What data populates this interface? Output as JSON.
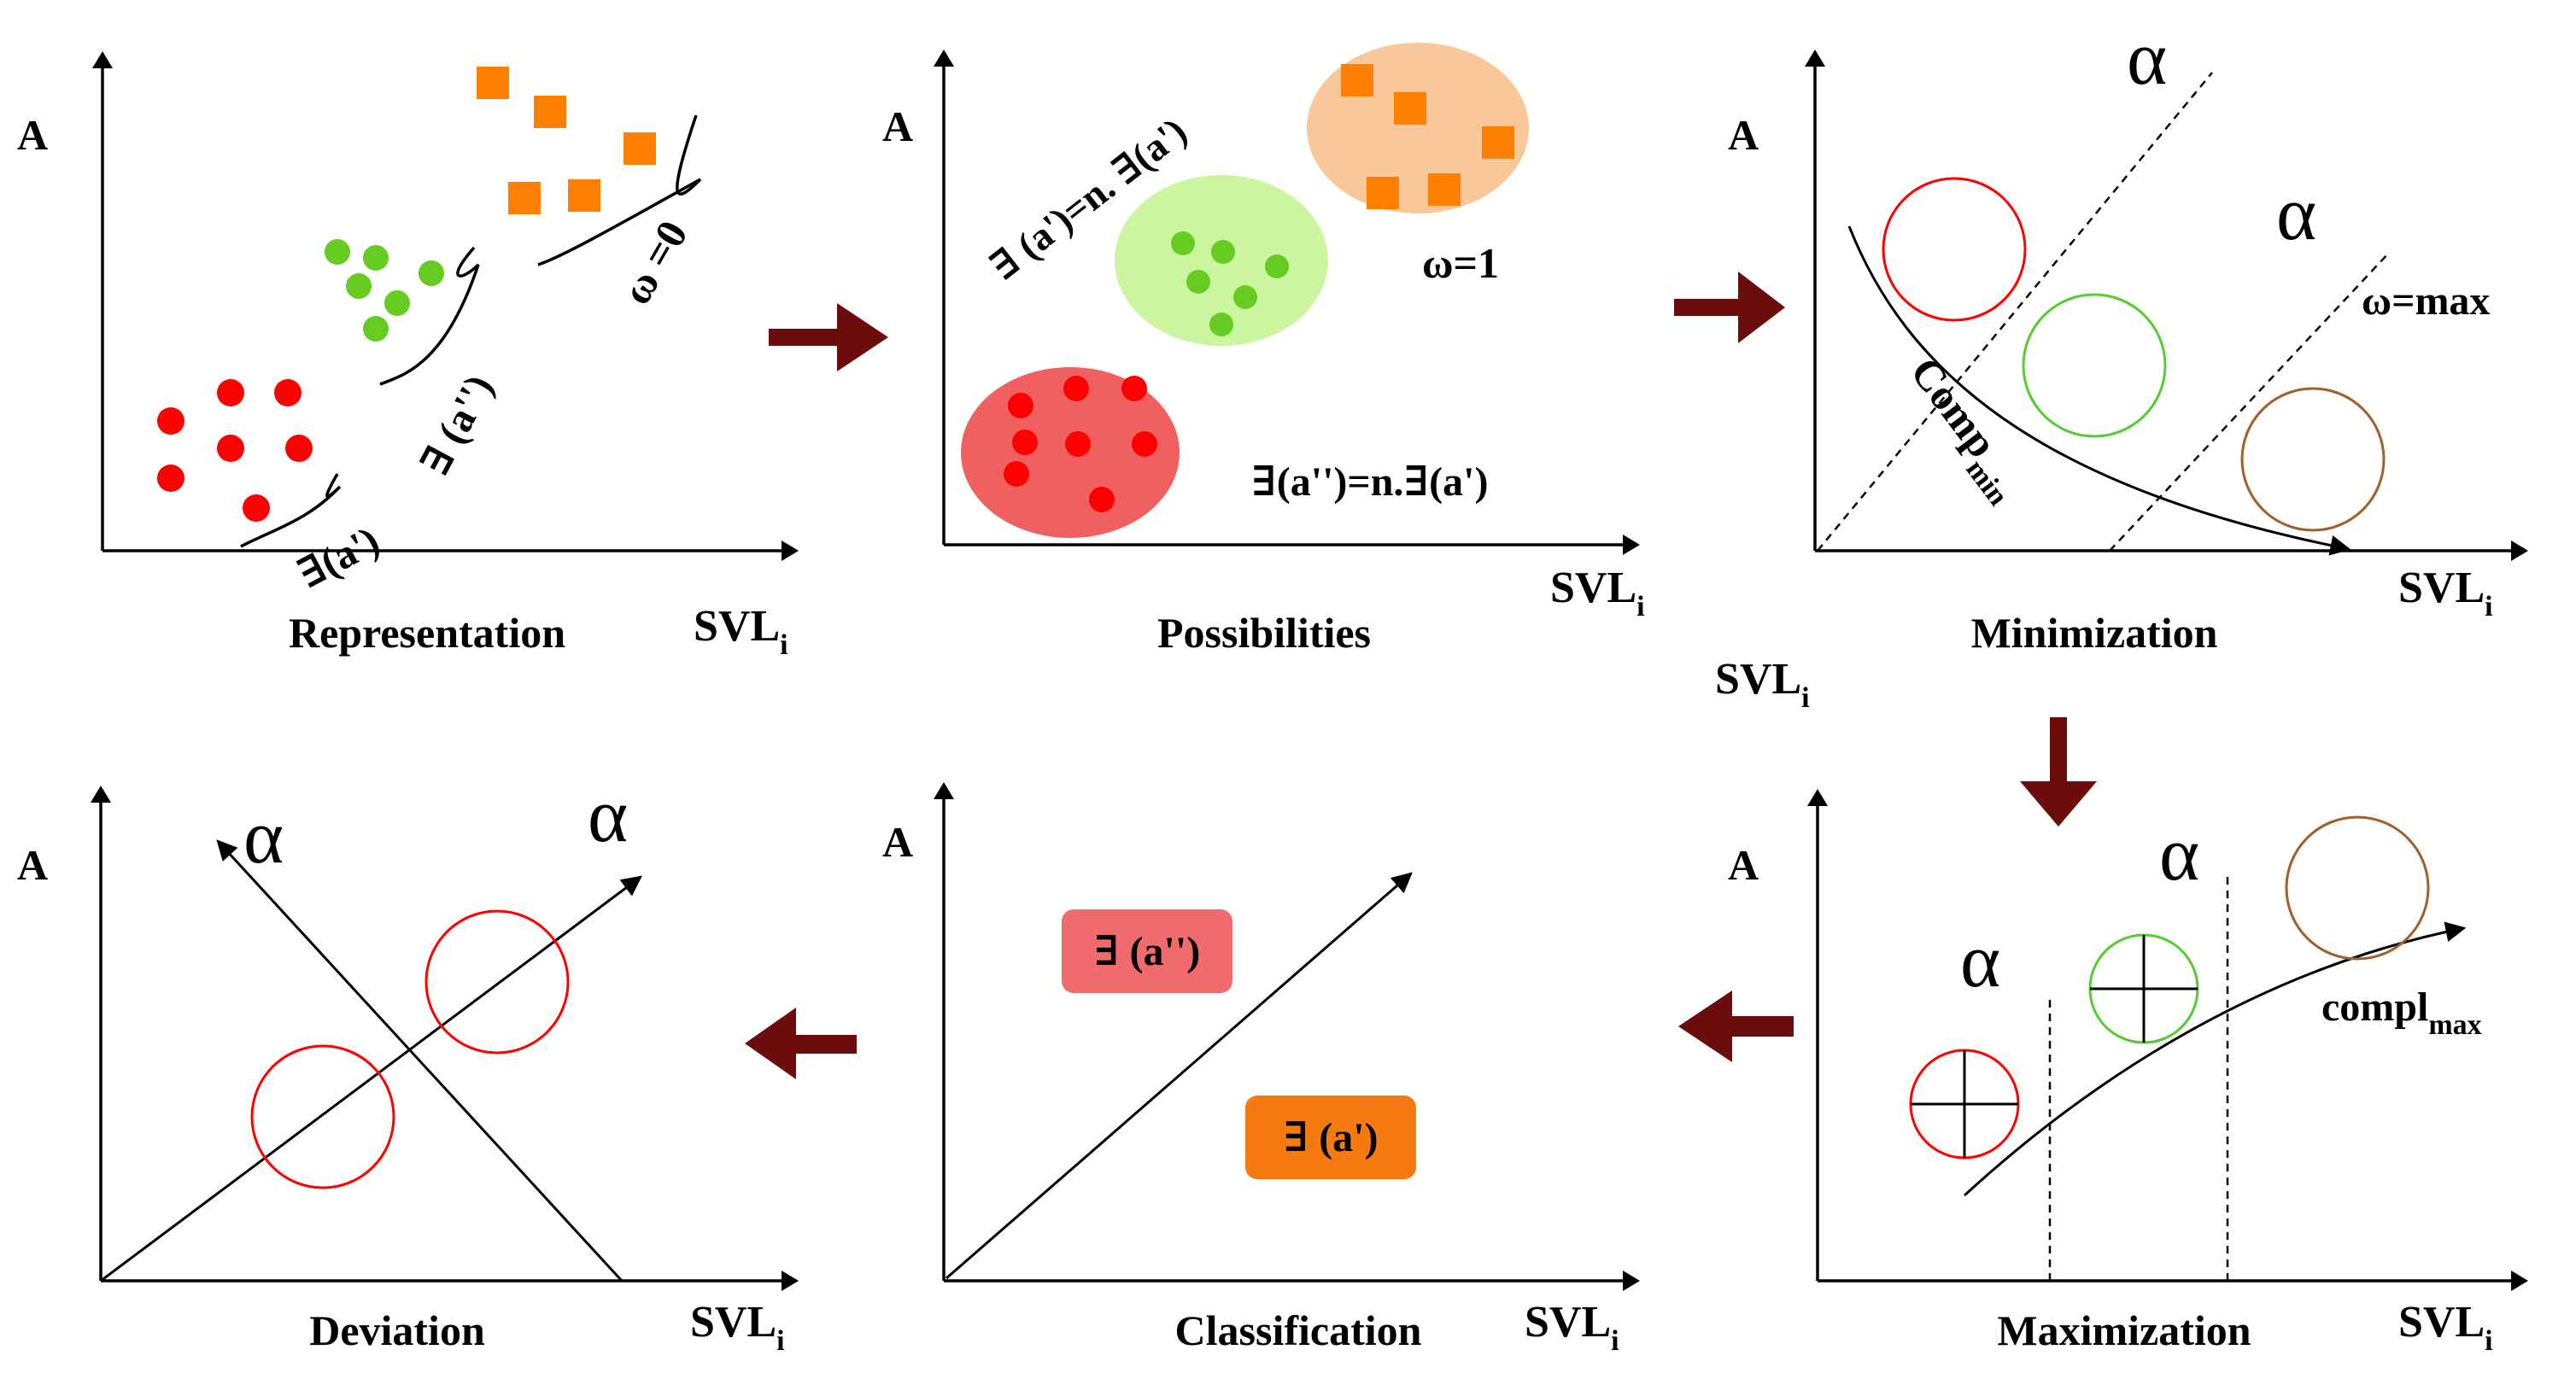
{
  "axis": {
    "y_label": "A",
    "x_label_main": "SVL",
    "x_label_sub": "i"
  },
  "panels": {
    "representation": {
      "title": "Representation",
      "brace_labels": [
        "ω =0",
        "∃ (a'')",
        "∃(a')"
      ]
    },
    "possibilities": {
      "title": "Possibilities",
      "labels": [
        "∃ (a')=n. ∃(a')",
        "ω=1",
        "∃(a'')=n.∃(a')"
      ]
    },
    "minimization": {
      "title": "Minimization",
      "alpha": "α",
      "omega": "ω=max",
      "curve_label_main": "Comp",
      "curve_label_sub": "min"
    },
    "maximization": {
      "title": "Maximization",
      "alpha": "α",
      "curve_label_main": "compl",
      "curve_label_sub": "max"
    },
    "classification": {
      "title": "Classification",
      "boxes": [
        "∃ (a'')",
        "∃ (a')"
      ]
    },
    "deviation": {
      "title": "Deviation",
      "alpha": "α"
    }
  },
  "colors": {
    "red": "#ff0000",
    "green": "#66cc22",
    "orange": "#ff7f00",
    "arrow": "#6b0d0d",
    "red_cluster": "#f06060",
    "green_cluster": "#ccf5a0",
    "orange_cluster": "#f8c89a",
    "red_box": "#f06c6c",
    "orange_box": "#f57a10",
    "brown": "#a0602a",
    "circle_green": "#55cc33"
  }
}
